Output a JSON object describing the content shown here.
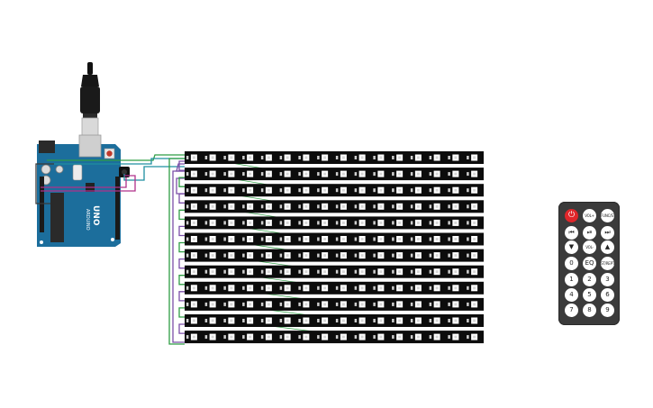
{
  "board": {
    "brand_text": "ARDUINO",
    "model_text": "UNO",
    "color": "#1c6e9c"
  },
  "led_matrix": {
    "rows": 12,
    "leds_per_row": 16,
    "strip_color": "#0c0c0c",
    "led_color": "#ffffff"
  },
  "wires": {
    "colors": [
      "#2f9e44",
      "#1e8fa0",
      "#b0308a",
      "#7b4fa8",
      "#3a3a3a",
      "#c9a000"
    ]
  },
  "remote": {
    "buttons": [
      {
        "id": "power",
        "label": "⏻",
        "icon": "power-icon"
      },
      {
        "id": "vol-up",
        "label": "VOL+",
        "icon": ""
      },
      {
        "id": "func-stop",
        "label": "FUNC/STOP",
        "icon": ""
      },
      {
        "id": "prev",
        "label": "⏮",
        "icon": "previous-icon"
      },
      {
        "id": "play-pause",
        "label": "⏯",
        "icon": "play-pause-icon"
      },
      {
        "id": "next",
        "label": "⏭",
        "icon": "next-icon"
      },
      {
        "id": "down",
        "label": "▼",
        "icon": "down-arrow-icon"
      },
      {
        "id": "vol-down",
        "label": "VOL-",
        "icon": ""
      },
      {
        "id": "up",
        "label": "▲",
        "icon": "up-arrow-icon"
      },
      {
        "id": "zero",
        "label": "0",
        "icon": ""
      },
      {
        "id": "eq",
        "label": "EQ",
        "icon": ""
      },
      {
        "id": "st-rept",
        "label": "ST/REPT",
        "icon": ""
      },
      {
        "id": "one",
        "label": "1",
        "icon": ""
      },
      {
        "id": "two",
        "label": "2",
        "icon": ""
      },
      {
        "id": "three",
        "label": "3",
        "icon": ""
      },
      {
        "id": "four",
        "label": "4",
        "icon": ""
      },
      {
        "id": "five",
        "label": "5",
        "icon": ""
      },
      {
        "id": "six",
        "label": "6",
        "icon": ""
      },
      {
        "id": "seven",
        "label": "7",
        "icon": ""
      },
      {
        "id": "eight",
        "label": "8",
        "icon": ""
      },
      {
        "id": "nine",
        "label": "9",
        "icon": ""
      }
    ]
  }
}
